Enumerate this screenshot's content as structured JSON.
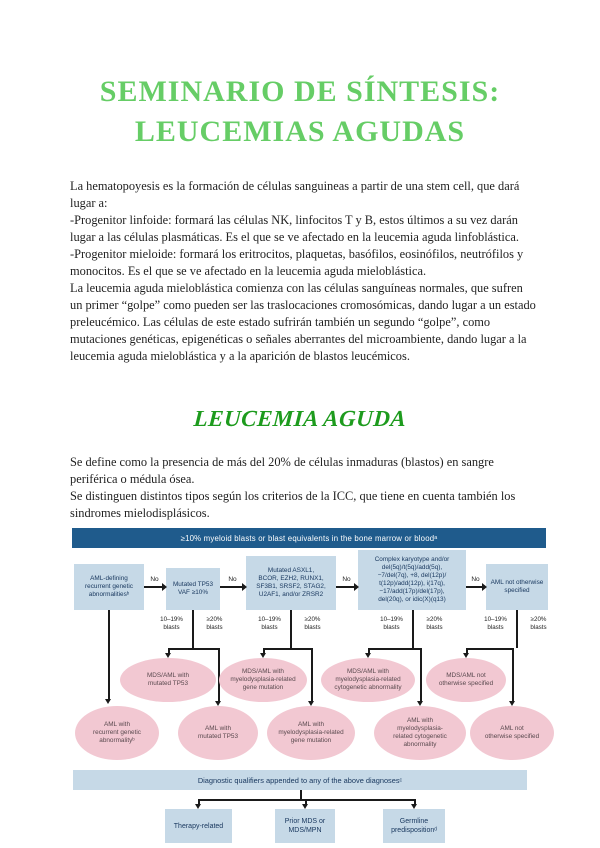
{
  "colors": {
    "title_green": "#66cd66",
    "heading_green": "#1d9b1d",
    "dark_blue": "#1f5b8c",
    "light_blue": "#c6d9e7",
    "pink": "#f2c8d2",
    "navy_text": "#17365d",
    "body_text": "#1f1f1f",
    "line": "#1a1a1a"
  },
  "page": {
    "title_line1": "SEMINARIO DE SÍNTESIS:",
    "title_line2": "LEUCEMIAS AGUDAS"
  },
  "intro": {
    "paragraphs": [
      "La hematopoyesis es la formación de células sanguineas a partir de una stem cell, que dará lugar a:",
      "-Progenitor linfoide: formará las células NK, linfocitos T y B, estos últimos a su vez darán lugar a las células plasmáticas. Es el que se ve afectado en la leucemia aguda linfoblástica.",
      "-Progenitor mieloide: formará los eritrocitos, plaquetas, basófilos, eosinófilos, neutrófilos y monocitos. Es el que se ve afectado en la leucemia aguda mieloblástica.",
      "La leucemia aguda mieloblástica comienza con las células sanguíneas normales, que sufren un primer “golpe” como pueden ser las traslocaciones cromosómicas, dando lugar a un estado preleucémico. Las células de este estado sufrirán también un segundo “golpe”, como mutaciones genéticas, epigenéticas o señales aberrantes del microambiente, dando lugar a la leucemia aguda mieloblástica y a la aparición de blastos leucémicos."
    ]
  },
  "section": {
    "heading": "LEUCEMIA AGUDA",
    "paragraphs": [
      "Se define como la presencia de más del 20% de células inmaduras (blastos) en sangre periférica o médula ósea.",
      "Se distinguen distintos tipos según los criterios de la ICC, que tiene en cuenta también los sindromes mielodisplásicos."
    ]
  },
  "flowchart": {
    "top_bar": "≥10% myeloid blasts or blast equivalents in the bone marrow or bloodᵃ",
    "no_label": "No",
    "decision_boxes": [
      "AML-defining\nrecurrent genetic\nabnormalitiesᵇ",
      "Mutated TP53\nVAF ≥10%",
      "Mutated ASXL1,\nBCOR, EZH2, RUNX1,\nSF3B1, SRSF2, STAG2,\nU2AF1, and/or ZRSR2",
      "Complex karyotype and/or\ndel(5q)/t(5q)/add(5q),\n−7/del(7q), +8, del(12p)/\nt(12p)/add(12p), i(17q),\n−17/add(17p)/del(17p),\ndel(20q), or idic(X)(q13)",
      "AML not otherwise\nspecified"
    ],
    "branch_labels": {
      "low": "10–19%\nblasts",
      "high": "≥20%\nblasts"
    },
    "mds_ovals": [
      "MDS/AML with\nmutated TP53",
      "MDS/AML with\nmyelodysplasia-related\ngene mutation",
      "MDS/AML with\nmyelodysplasia-related\ncytogenetic abnormality",
      "MDS/AML not\notherwise specified"
    ],
    "aml_ovals": [
      "AML with\nrecurrent genetic\nabnormalityᵇ",
      "AML with\nmutated TP53",
      "AML with\nmyelodysplasia-related\ngene mutation",
      "AML with\nmyelodysplasia-\nrelated cytogenetic\nabnormality",
      "AML not\notherwise specified"
    ],
    "qualifier_bar": "Diagnostic qualifiers appended to any of the above diagnosesᶜ",
    "qualifier_boxes": [
      "Therapy-related",
      "Prior MDS or\nMDS/MPN",
      "Germline\npredispositionᵈ"
    ]
  }
}
